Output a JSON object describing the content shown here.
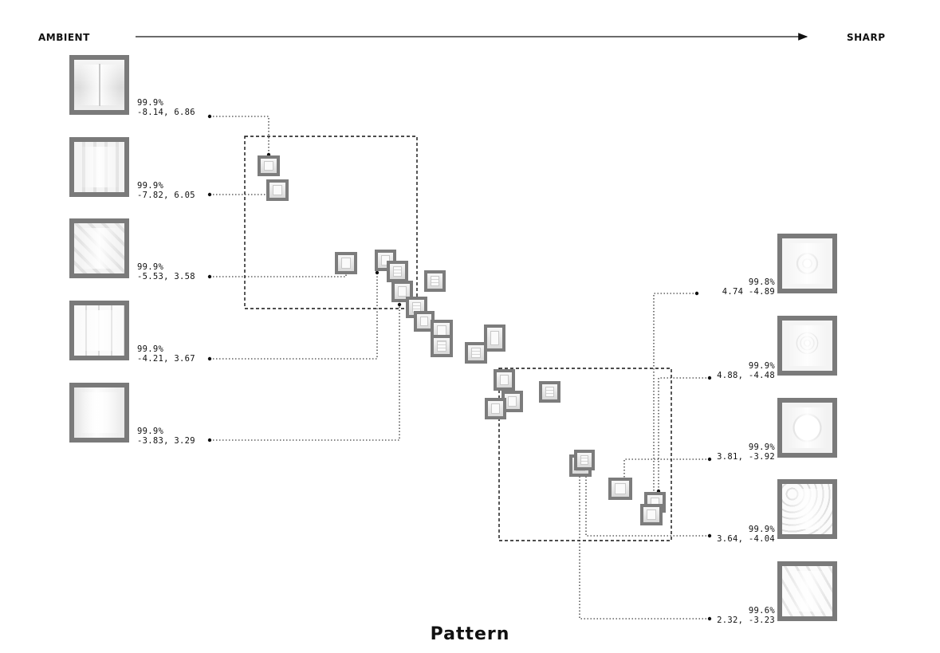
{
  "axis": {
    "left_label": "AMBIENT",
    "right_label": "SHARP"
  },
  "title": "Pattern",
  "left_samples": [
    {
      "percent": "99.9%",
      "coords": "-8.14, 6.86"
    },
    {
      "percent": "99.9%",
      "coords": "-7.82, 6.05"
    },
    {
      "percent": "99.9%",
      "coords": "-5.53, 3.58"
    },
    {
      "percent": "99.9%",
      "coords": "-4.21, 3.67"
    },
    {
      "percent": "99.9%",
      "coords": "-3.83, 3.29"
    }
  ],
  "right_samples": [
    {
      "percent": "99.8%",
      "coords": "4.74 -4.89"
    },
    {
      "percent": "99.9%",
      "coords": "4.88, -4.48"
    },
    {
      "percent": "99.9%",
      "coords": "3.81, -3.92"
    },
    {
      "percent": "99.9%",
      "coords": "3.64, -4.04"
    },
    {
      "percent": "99.6%",
      "coords": "2.32, -3.23"
    }
  ],
  "colors": {
    "line": "#111111",
    "frame": "#7a7a7a"
  }
}
